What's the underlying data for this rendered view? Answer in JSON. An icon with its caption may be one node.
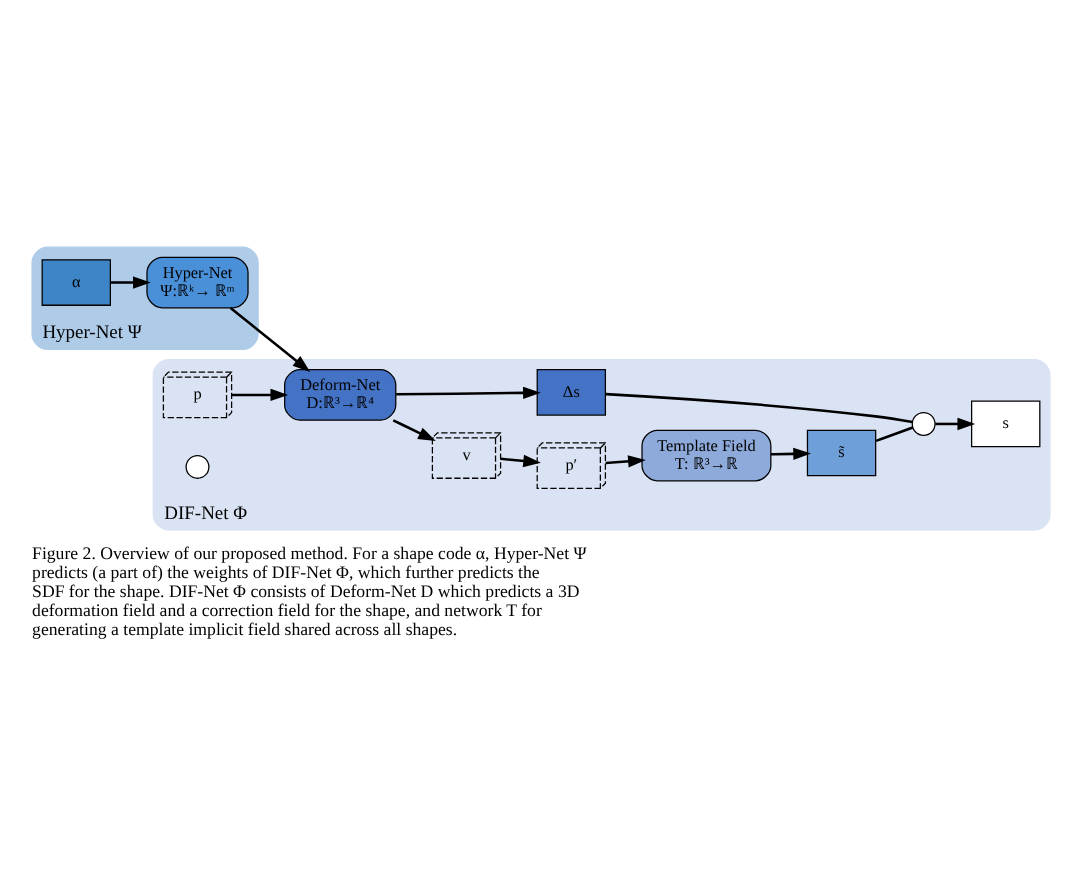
{
  "diagram": {
    "caption": "Figure 2. Overview of our proposed method. For a shape code α, Hyper-Net Ψ predicts (a part of) the weights of DIF-Net Φ, which further predicts the SDF for the shape. DIF-Net Φ consists of Deform-Net D which predicts a 3D deformation field and a correction field for the shape, and network T for generating a template implicit field shared across all shapes.",
    "nodes": [
      {
        "text": [
          "Hyper-Net Ψ"
        ]
      },
      {
        "text": [
          "DIF-Net Φ"
        ]
      },
      {
        "text": [
          "α"
        ],
        "in": 0
      },
      {
        "text": [
          "Hyper-Net",
          "Ψ:ℝᵏ→ ℝᵐ"
        ],
        "in": 0
      },
      {
        "text": [
          "Deform-Net",
          "D:ℝ³→ℝ⁴"
        ],
        "in": 1
      },
      {
        "text": [
          "p"
        ],
        "in": 1
      },
      {
        "text": [],
        "shape": "circle",
        "in": 1
      },
      {
        "text": [
          "v"
        ],
        "in": 1
      },
      {
        "text": [
          "p′"
        ],
        "in": 1
      },
      {
        "text": [
          "Template Field",
          "T: ℝ³→ℝ"
        ],
        "in": 1
      },
      {
        "text": [
          "s̃"
        ],
        "in": 1
      },
      {
        "text": [],
        "shape": "circle",
        "in": 1
      },
      {
        "text": [
          "s"
        ],
        "in": 1
      },
      {
        "text": [
          "Δs"
        ],
        "in": 1
      }
    ],
    "edges": [
      {
        "from": 2,
        "to": 3,
        "arrow": "to"
      },
      {
        "from": 3,
        "to": 4,
        "arrow": "to"
      },
      {
        "from": 5,
        "to": 4,
        "arrow": "to"
      },
      {
        "from": 4,
        "to": 7,
        "arrow": "to"
      },
      {
        "from": 7,
        "to": 8,
        "arrow": "to"
      },
      {
        "from": 8,
        "to": 9,
        "arrow": "to"
      },
      {
        "from": 4,
        "to": 13,
        "arrow": "to"
      },
      {
        "from": 9,
        "to": 10,
        "arrow": "to"
      },
      {
        "from": 10,
        "to": 11,
        "arrow": "none"
      },
      {
        "from": 13,
        "to": 11,
        "arrow": "none"
      },
      {
        "from": 11,
        "to": 12,
        "arrow": "to"
      }
    ]
  }
}
